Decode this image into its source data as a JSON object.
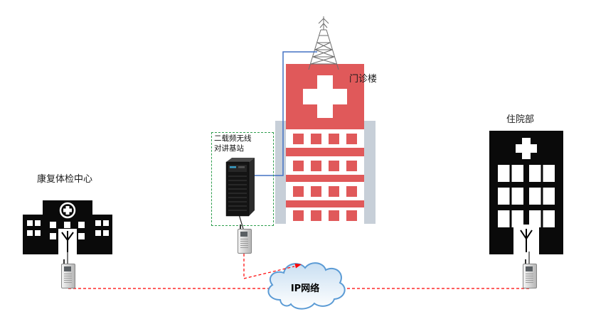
{
  "labels": {
    "outpatient_building": "门诊楼",
    "inpatient_department": "住院部",
    "rehab_exam_center": "康复体检中心",
    "base_station_line1": "二载频无线",
    "base_station_line2": "对讲基站",
    "ip_network": "IP网络"
  },
  "colors": {
    "building_red": "#e0595a",
    "building_gray": "#c7cfd8",
    "building_black": "#0a0a0a",
    "box_green": "#2f9e4e",
    "link_red": "#ff0000",
    "link_blue": "#4472c4",
    "cloud_stroke": "#5b9bd5",
    "cloud_fill_top": "#c9dff2",
    "cloud_fill_bottom": "#ffffff"
  }
}
